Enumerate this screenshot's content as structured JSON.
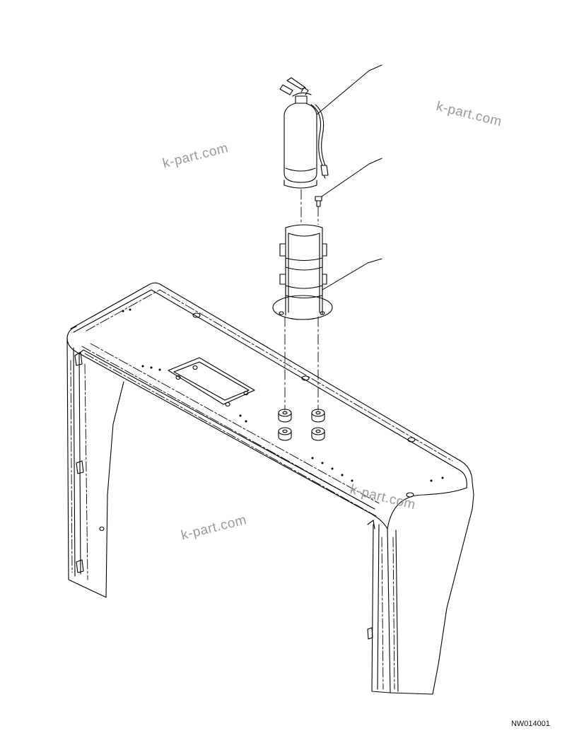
{
  "watermarks": [
    "k-part.com",
    "k-part.com",
    "k-part.com",
    "k-part.com"
  ],
  "drawing_code": "NW014001",
  "parts": [
    {
      "name": "fire-extinguisher"
    },
    {
      "name": "mounting-bolt"
    },
    {
      "name": "extinguisher-bracket"
    }
  ]
}
